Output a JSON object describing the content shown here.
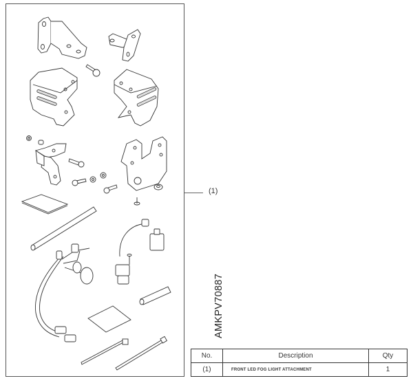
{
  "diagram": {
    "callout_label": "(1)",
    "part_number": "AMKPV70887",
    "components": [
      "bracket-left-upper",
      "bracket-right-upper",
      "bolt",
      "bracket-cover-left",
      "bracket-cover-right",
      "nut",
      "collar",
      "bracket-left-lower",
      "bolt",
      "washer",
      "nut",
      "bolt",
      "bolt",
      "bracket-right-lower",
      "grommet",
      "screw",
      "cushion-pad",
      "tube",
      "wire-harness",
      "sub-harness",
      "grease-bottle",
      "screw",
      "protector-tube",
      "cushion-sheet",
      "cable-tie-clip",
      "cable-tie"
    ]
  },
  "table": {
    "headers": {
      "no": "No.",
      "description": "Description",
      "qty": "Qty"
    },
    "rows": [
      {
        "no": "(1)",
        "description": "FRONT LED FOG LIGHT ATTACHMENT",
        "qty": "1"
      }
    ]
  }
}
